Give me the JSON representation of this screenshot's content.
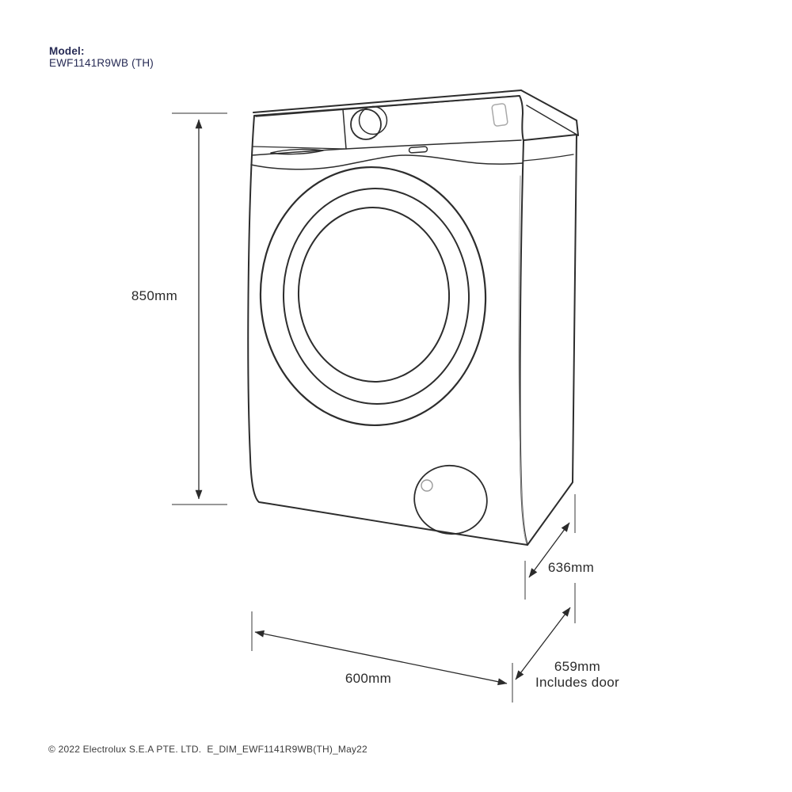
{
  "title_block": {
    "label": "Model:",
    "model": "EWF1141R9WB (TH)"
  },
  "machine": {
    "description": "Front-load washing machine, three-quarter view line drawing",
    "parts": [
      "detergent-drawer",
      "control-knob",
      "display-window",
      "door-with-glass",
      "pump-access-door"
    ]
  },
  "dimensions": {
    "height": {
      "value": "850mm"
    },
    "width": {
      "value": "600mm"
    },
    "depth": {
      "value": "636mm"
    },
    "depth_with_door": {
      "value": "659mm",
      "note": "Includes door"
    }
  },
  "footer": {
    "copyright": "© 2022 Electrolux S.E.A PTE. LTD.  E_DIM_EWF1141R9WB(TH)_May22"
  },
  "colors": {
    "line": "#2d2d2d",
    "dimension_text": "#2b2b2b",
    "brand_navy": "#262a54",
    "light_detail": "#9a9a9a"
  }
}
